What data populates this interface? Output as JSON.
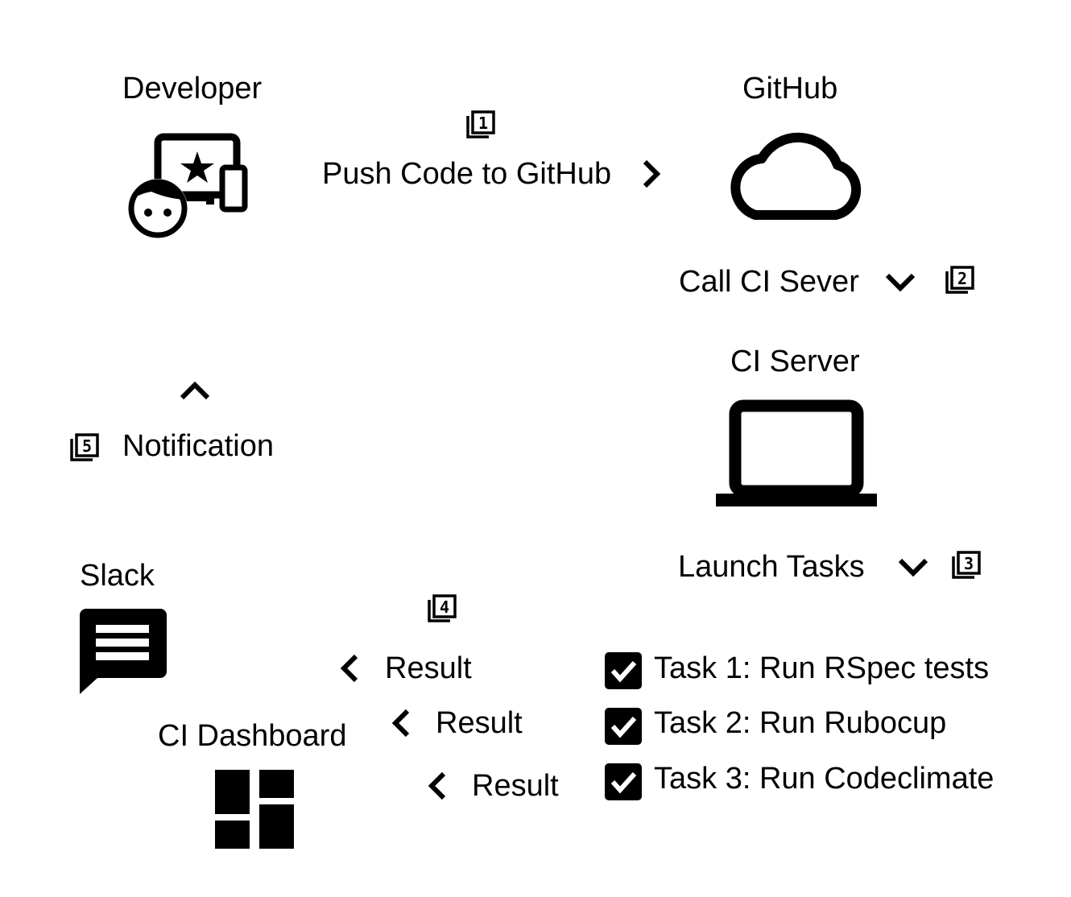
{
  "nodes": {
    "developer": {
      "label": "Developer",
      "icon": "developer-devices-icon"
    },
    "github": {
      "label": "GitHub",
      "icon": "cloud-icon"
    },
    "ci_server": {
      "label": "CI Server",
      "icon": "laptop-icon"
    },
    "slack": {
      "label": "Slack",
      "icon": "chat-message-icon"
    },
    "ci_dashboard": {
      "label": "CI Dashboard",
      "icon": "dashboard-icon"
    }
  },
  "steps": [
    {
      "number": "1",
      "label": "Push Code to GitHub",
      "arrow": "chevron-right-icon"
    },
    {
      "number": "2",
      "label": "Call CI Sever",
      "arrow": "chevron-down-icon"
    },
    {
      "number": "3",
      "label": "Launch Tasks",
      "arrow": "chevron-down-icon"
    },
    {
      "number": "4",
      "results": [
        "Result",
        "Result",
        "Result"
      ],
      "arrow": "chevron-left-icon"
    },
    {
      "number": "5",
      "label": "Notification",
      "arrow": "chevron-up-icon"
    }
  ],
  "tasks": [
    {
      "label": "Task 1: Run RSpec tests",
      "checked": true
    },
    {
      "label": "Task 2: Run Rubocup",
      "checked": true
    },
    {
      "label": "Task 3: Run Codeclimate",
      "checked": true
    }
  ],
  "colors": {
    "foreground": "#000000",
    "background": "#ffffff"
  }
}
